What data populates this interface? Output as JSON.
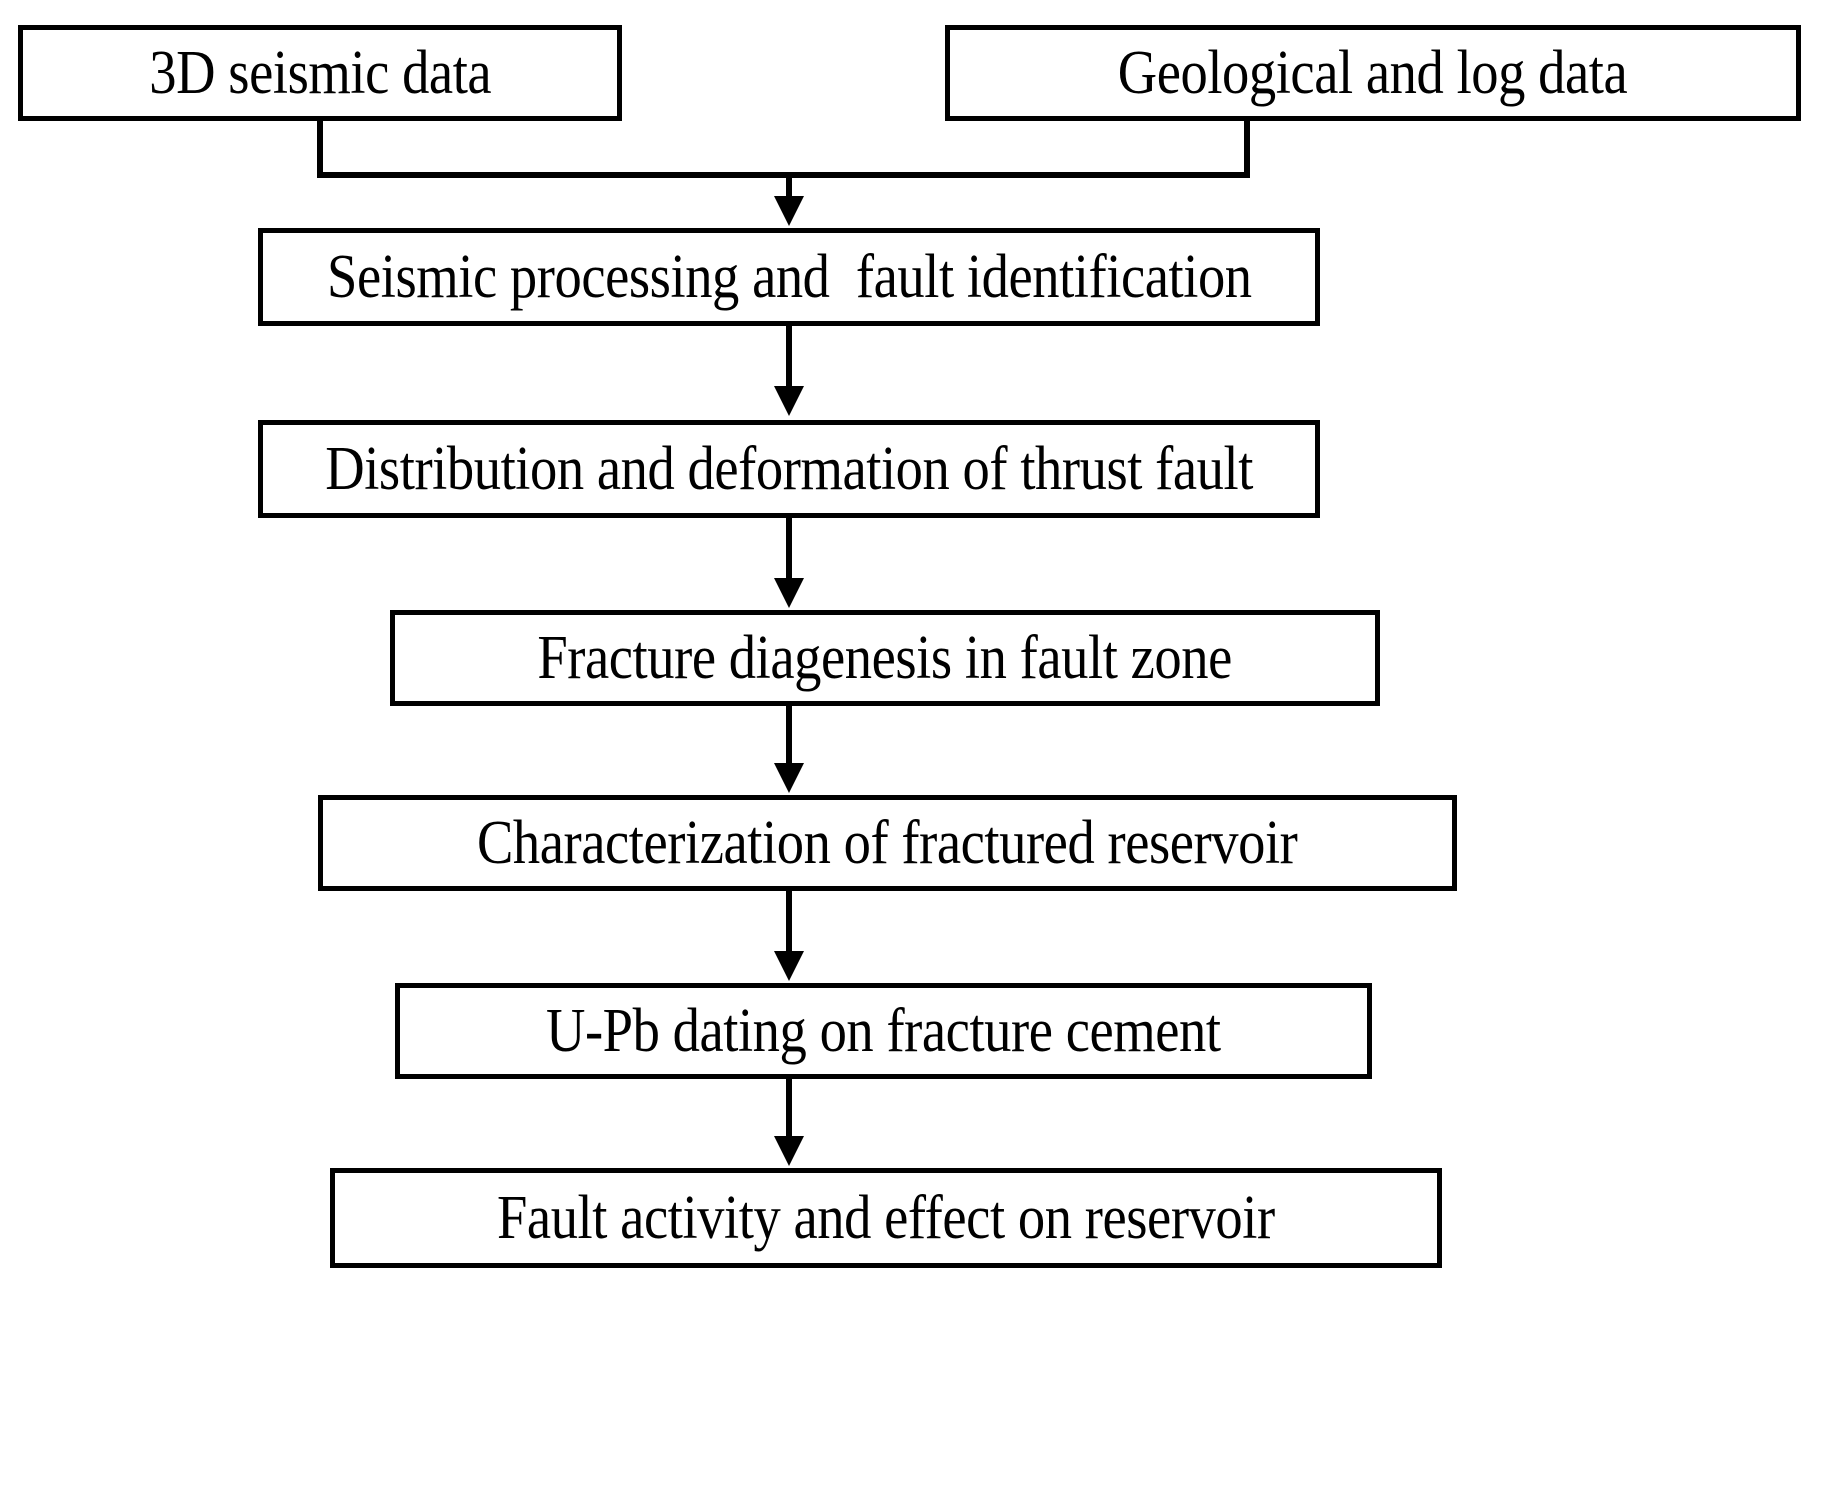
{
  "diagram": {
    "title": "Research workflow flowchart",
    "background_color": "#ffffff",
    "line_color": "#000000",
    "text_color": "#000000",
    "nodes": [
      {
        "id": "seismic-data",
        "label": "3D seismic data"
      },
      {
        "id": "geo-log-data",
        "label": "Geological and log data"
      },
      {
        "id": "processing",
        "label": "Seismic processing and  fault identification"
      },
      {
        "id": "distribution",
        "label": "Distribution and deformation of thrust fault"
      },
      {
        "id": "diagenesis",
        "label": "Fracture diagenesis in fault zone"
      },
      {
        "id": "characterization",
        "label": "Characterization of fractured reservoir"
      },
      {
        "id": "dating",
        "label": "U-Pb dating on fracture cement"
      },
      {
        "id": "fault-activity",
        "label": "Fault activity and effect on reservoir"
      }
    ],
    "edges": [
      {
        "from": "seismic-data",
        "to": "processing",
        "style": "elbow-merge"
      },
      {
        "from": "geo-log-data",
        "to": "processing",
        "style": "elbow-merge"
      },
      {
        "from": "processing",
        "to": "distribution",
        "style": "straight-arrow"
      },
      {
        "from": "distribution",
        "to": "diagenesis",
        "style": "straight-arrow"
      },
      {
        "from": "diagenesis",
        "to": "characterization",
        "style": "straight-arrow"
      },
      {
        "from": "characterization",
        "to": "dating",
        "style": "straight-arrow"
      },
      {
        "from": "dating",
        "to": "fault-activity",
        "style": "straight-arrow"
      }
    ]
  }
}
